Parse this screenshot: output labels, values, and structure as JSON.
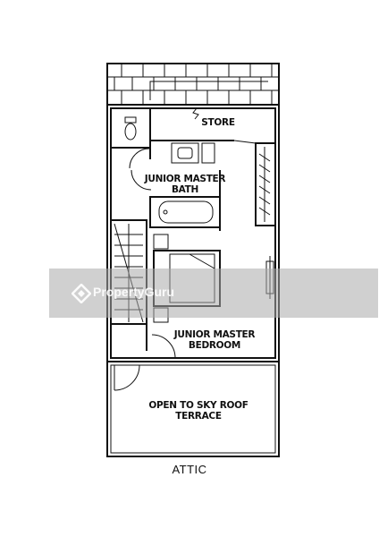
{
  "rooms": {
    "store": "STORE",
    "bath_line1": "JUNIOR MASTER",
    "bath_line2": "BATH",
    "bedroom_line1": "JUNIOR MASTER",
    "bedroom_line2": "BEDROOM",
    "terrace_line1": "OPEN TO SKY ROOF",
    "terrace_line2": "TERRACE"
  },
  "plan_title": "ATTIC",
  "watermark": {
    "text": "PropertyGuru",
    "logo_icon": "propertyguru-logo-icon"
  }
}
